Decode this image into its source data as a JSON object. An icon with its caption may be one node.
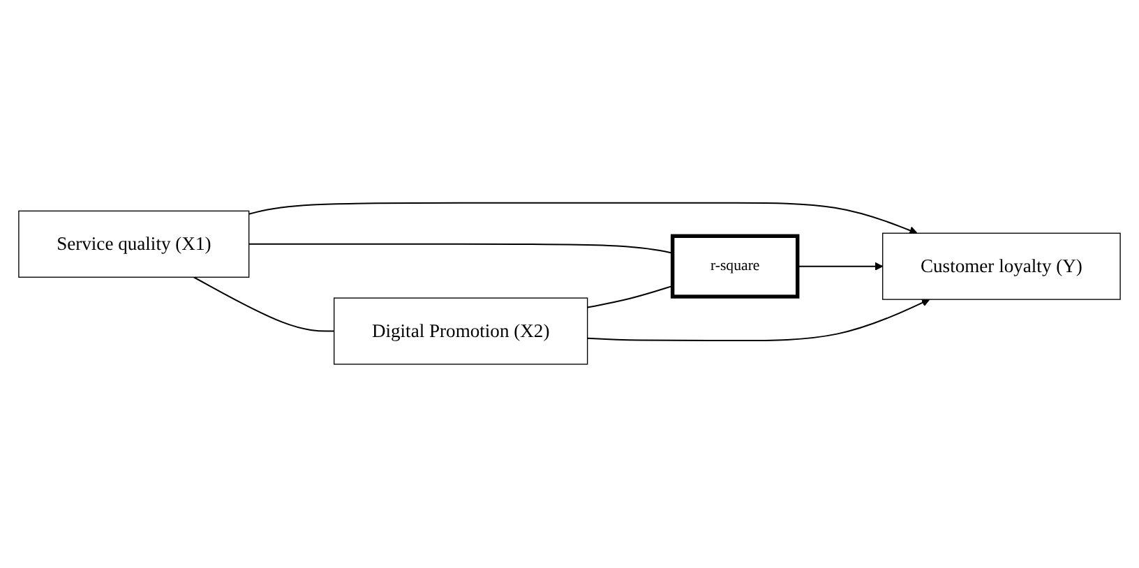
{
  "diagram": {
    "nodes": [
      {
        "text": [
          "Service quality (X1)"
        ]
      },
      {
        "text": [
          "r-square"
        ]
      },
      {
        "text": [
          "Digital Promotion (X2)"
        ]
      },
      {
        "text": [
          "Customer loyalty (Y)"
        ]
      }
    ],
    "edges": [
      {
        "from": 0,
        "to": 3,
        "arrow": "to"
      },
      {
        "from": 0,
        "to": 2,
        "arrow": "none"
      },
      {
        "from": 0,
        "to": 1,
        "arrow": "none"
      },
      {
        "from": 2,
        "to": 1,
        "arrow": "none"
      },
      {
        "from": 1,
        "to": 3,
        "arrow": "to"
      },
      {
        "from": 2,
        "to": 3,
        "arrow": "to"
      }
    ]
  }
}
